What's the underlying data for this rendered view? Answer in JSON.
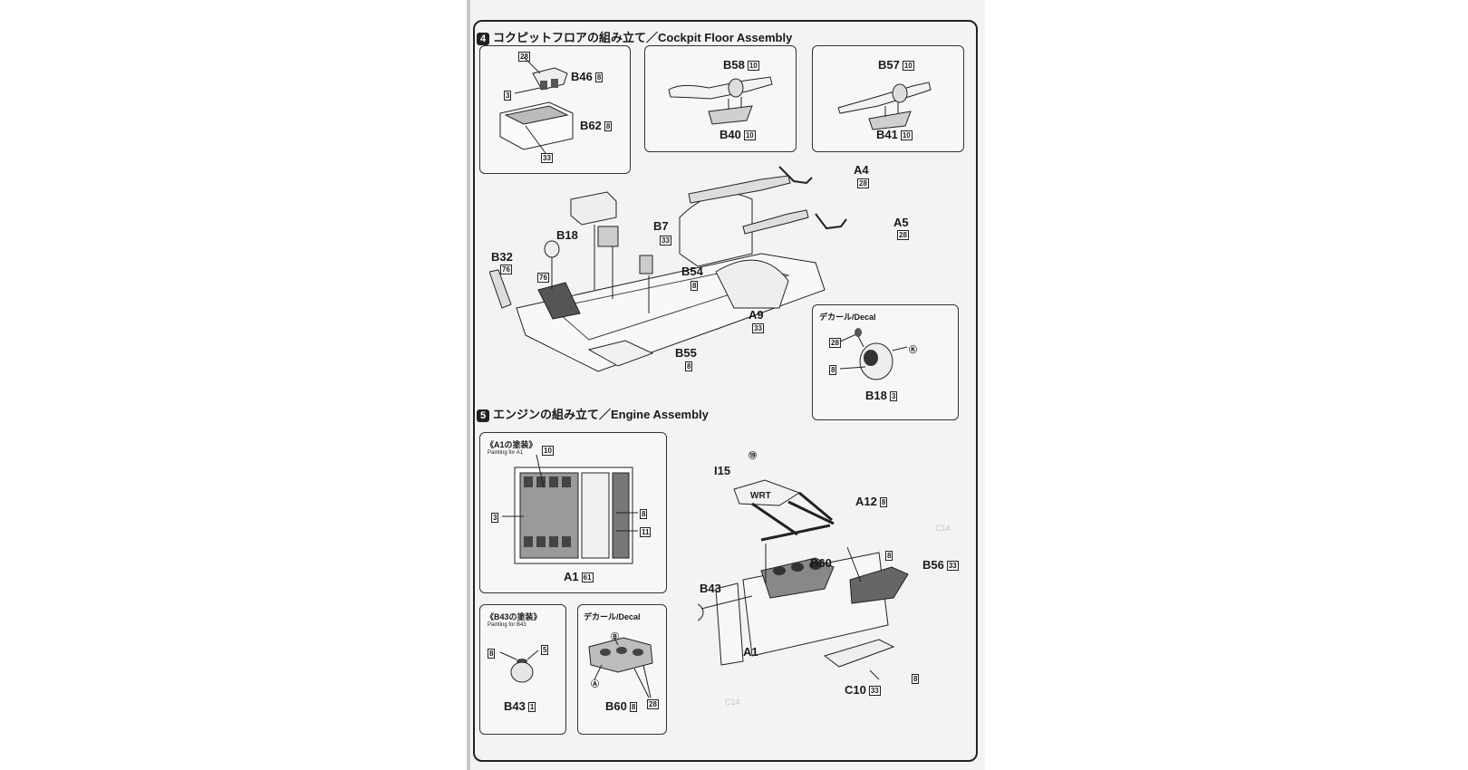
{
  "step4": {
    "number": "4",
    "title": "コクピットフロアの組み立て／Cockpit Floor Assembly",
    "panels": {
      "box1": {
        "b46": "B46",
        "b46_n": "8",
        "b62": "B62",
        "b62_n": "8",
        "c28": "28",
        "c3": "3",
        "c33": "33"
      },
      "box2": {
        "b58": "B58",
        "b58_n": "10",
        "b40": "B40",
        "b40_n": "10"
      },
      "box3": {
        "b57": "B57",
        "b57_n": "10",
        "b41": "B41",
        "b41_n": "10"
      },
      "decal": {
        "title": "デカール/Decal",
        "c28": "28",
        "c8": "8",
        "mark": "Ⓚ",
        "b18": "B18",
        "b18_n": "3"
      }
    },
    "parts": {
      "a4": "A4",
      "a4_n": "28",
      "a5": "A5",
      "a5_n": "28",
      "b7": "B7",
      "b7_n": "33",
      "b18": "B18",
      "b32": "B32",
      "b32_n": "76",
      "c76": "76",
      "b54": "B54",
      "b54_n": "8",
      "a9": "A9",
      "a9_n": "33",
      "b55": "B55",
      "b55_n": "8"
    }
  },
  "step5": {
    "number": "5",
    "title": "エンジンの組み立て／Engine Assembly",
    "a1_paint": {
      "title": "《A1の塗装》",
      "subtitle": "Painting for A1",
      "c10": "10",
      "c3": "3",
      "c8": "8",
      "c11": "11",
      "a1": "A1",
      "a1_n": "61"
    },
    "b43_paint": {
      "title": "《B43の塗装》",
      "subtitle": "Painting for B43",
      "c8": "8",
      "c5": "5",
      "b43": "B43",
      "b43_n": "1"
    },
    "decal": {
      "title": "デカール/Decal",
      "mark_b": "Ⓑ",
      "mark_a": "Ⓐ",
      "c28": "28",
      "b60": "B60",
      "b60_n": "8"
    },
    "parts": {
      "i15": "I15",
      "i15_mark": "⑲",
      "logo": "WRT",
      "a12": "A12",
      "a12_n": "8",
      "b60": "B60",
      "b56": "B56",
      "b56_n": "33",
      "c8": "8",
      "b43": "B43",
      "a1": "A1",
      "c10": "C10",
      "c10_n": "33",
      "c8b": "8"
    }
  },
  "ghost_text": [
    "C14",
    "C14"
  ]
}
